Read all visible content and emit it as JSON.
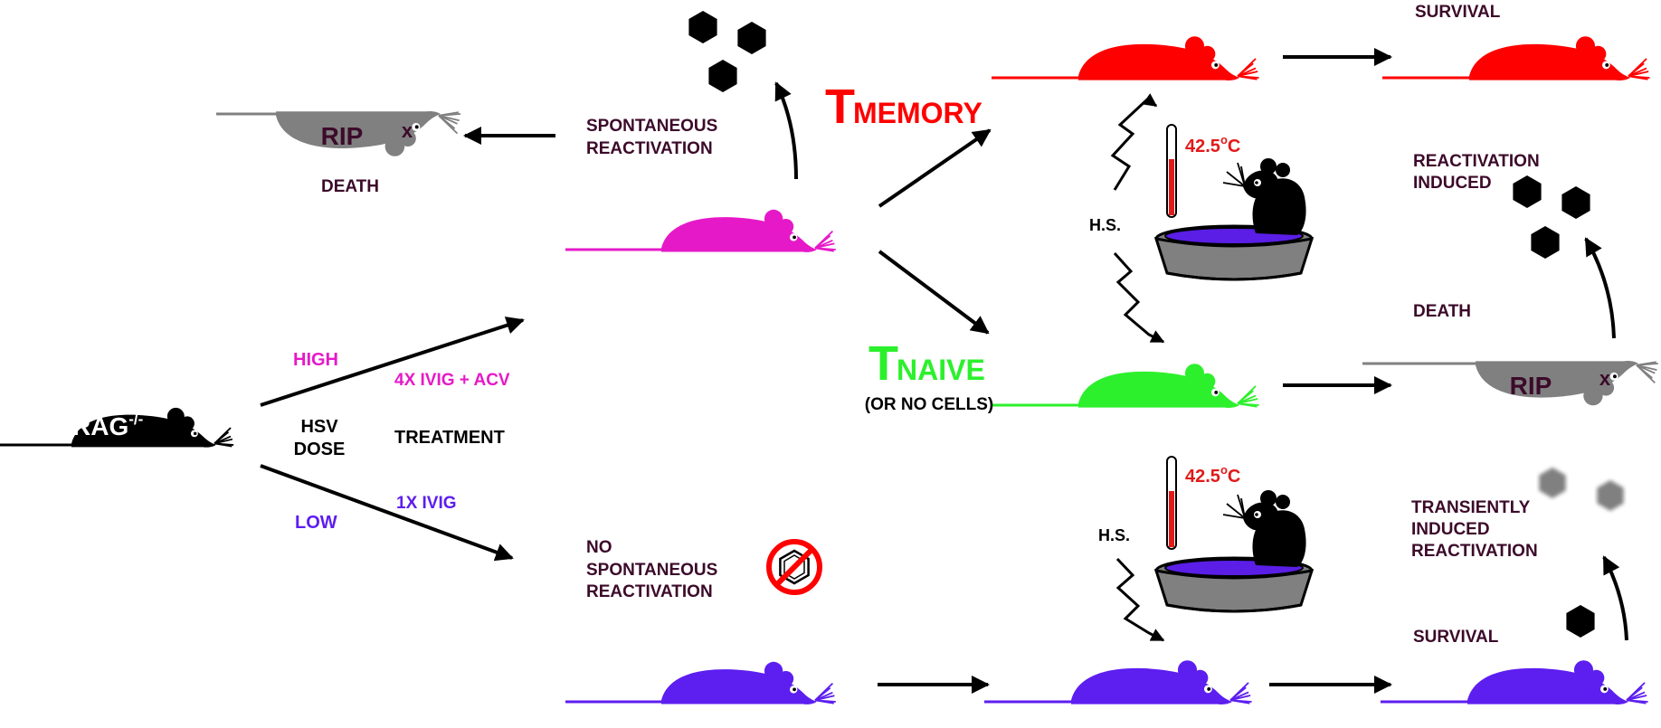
{
  "colors": {
    "pink": "#e619c8",
    "purple": "#5d1ef0",
    "red": "#ff0000",
    "green": "#2cf02c",
    "gray": "#808080",
    "black": "#000000",
    "dark_text": "#3c0a2a",
    "thermo_red": "#e11a1a",
    "bath_water": "#5a1ee6",
    "bath_gray": "#808080"
  },
  "labels": {
    "rag": "RAG",
    "rag_sup": "-/-",
    "high": "HIGH",
    "low": "LOW",
    "hsv": "HSV",
    "dose": "DOSE",
    "treatment": "TREATMENT",
    "treat_high": "4X IVIG + ACV",
    "treat_low": "1X IVIG",
    "rip": "RIP",
    "rip_x": "x",
    "death": "DEATH",
    "spont_1": "SPONTANEOUS",
    "spont_2": "REACTIVATION",
    "no_spont_1": "NO",
    "no_spont_2": "SPONTANEOUS",
    "no_spont_3": "REACTIVATION",
    "t_letter": "T",
    "memory": "MEMORY",
    "naive": "NAIVE",
    "or_no_cells": "(OR NO CELLS)",
    "temp": "42.5",
    "temp_deg": "o",
    "temp_unit": "C",
    "hs": "H.S.",
    "survival": "SURVIVAL",
    "react_induced_1": "REACTIVATION",
    "react_induced_2": "INDUCED",
    "transient_1": "TRANSIENTLY",
    "transient_2": "INDUCED",
    "transient_3": "REACTIVATION"
  },
  "icons": {
    "virus": "hexagon-virus-icon",
    "no_virus": "prohibited-virus-icon",
    "heat_shock": "lightning-bolt-icon",
    "thermometer": "thermometer-icon",
    "water_bath": "water-bath-icon",
    "mouse": "mouse-icon",
    "arrow": "arrow-icon"
  }
}
